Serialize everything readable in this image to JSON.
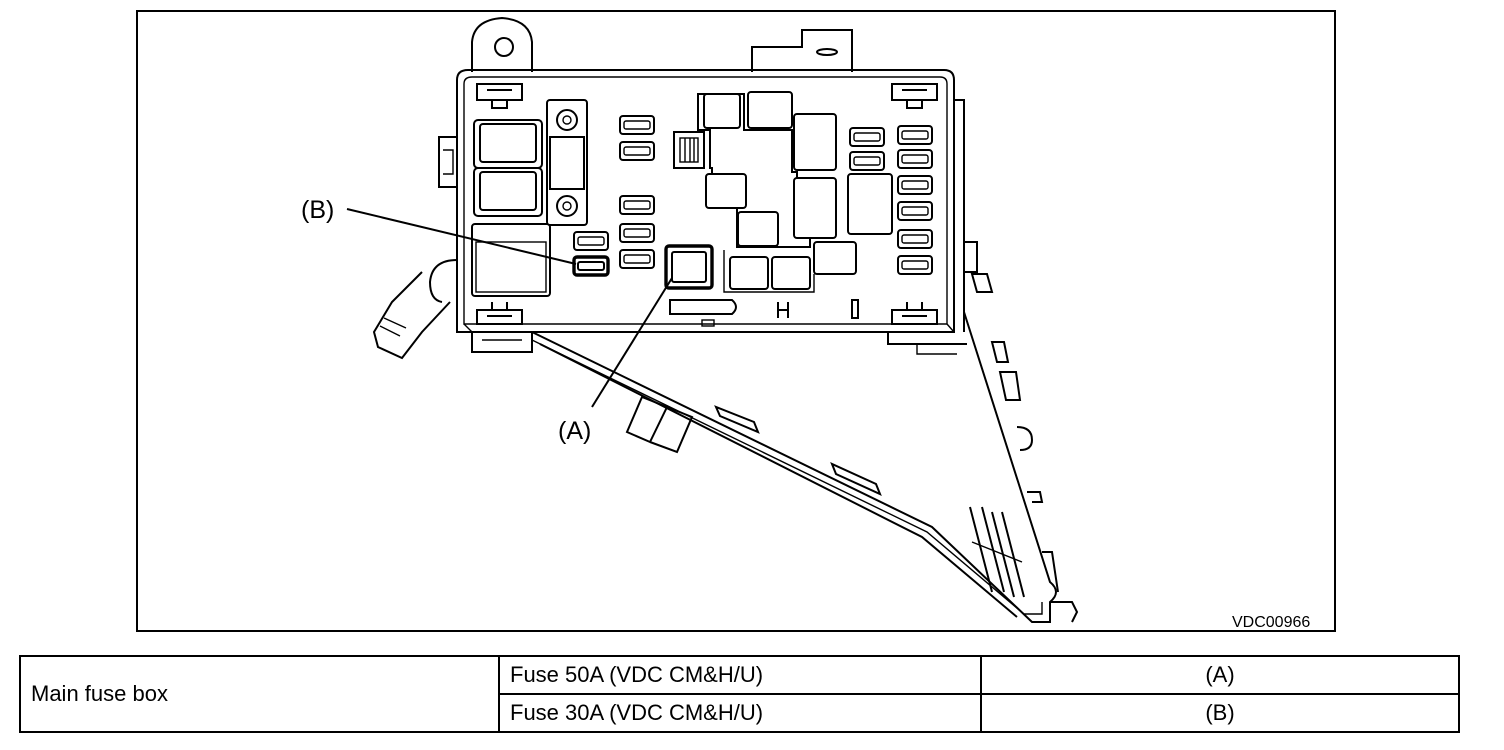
{
  "figure": {
    "label_a": "(A)",
    "label_b": "(B)",
    "code": "VDC00966"
  },
  "table": {
    "component": "Main fuse box",
    "rows": [
      {
        "fuse": "Fuse 50A (VDC CM&H/U)",
        "ref": "(A)"
      },
      {
        "fuse": "Fuse 30A (VDC CM&H/U)",
        "ref": "(B)"
      }
    ]
  }
}
